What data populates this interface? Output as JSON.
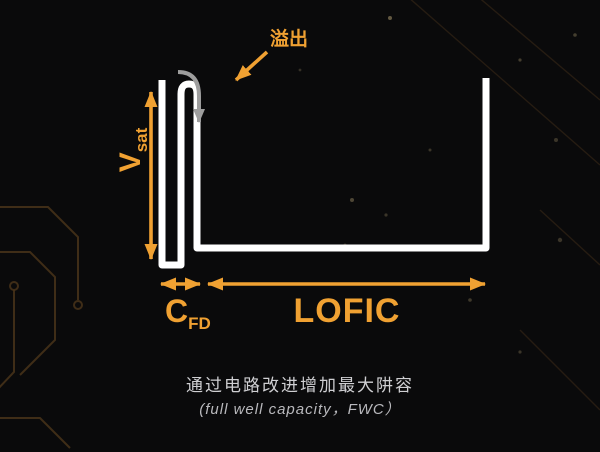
{
  "colors": {
    "background": "#0a0a0b",
    "accent": "#f0a132",
    "line": "#ffffff",
    "overflow_arrow": "#9e9e9e",
    "caption": "#cfcfd2",
    "caption2": "#b9b9bd",
    "trace": "#49341a"
  },
  "diagram": {
    "overflow_label": "溢出",
    "vsat": {
      "base": "V",
      "sub": "sat"
    },
    "cfd": {
      "base": "C",
      "sub": "FD"
    },
    "lofic_label": "LOFIC"
  },
  "caption": {
    "line1": "通过电路改进增加最大阱容",
    "line2": "(full well capacity，FWC）"
  }
}
